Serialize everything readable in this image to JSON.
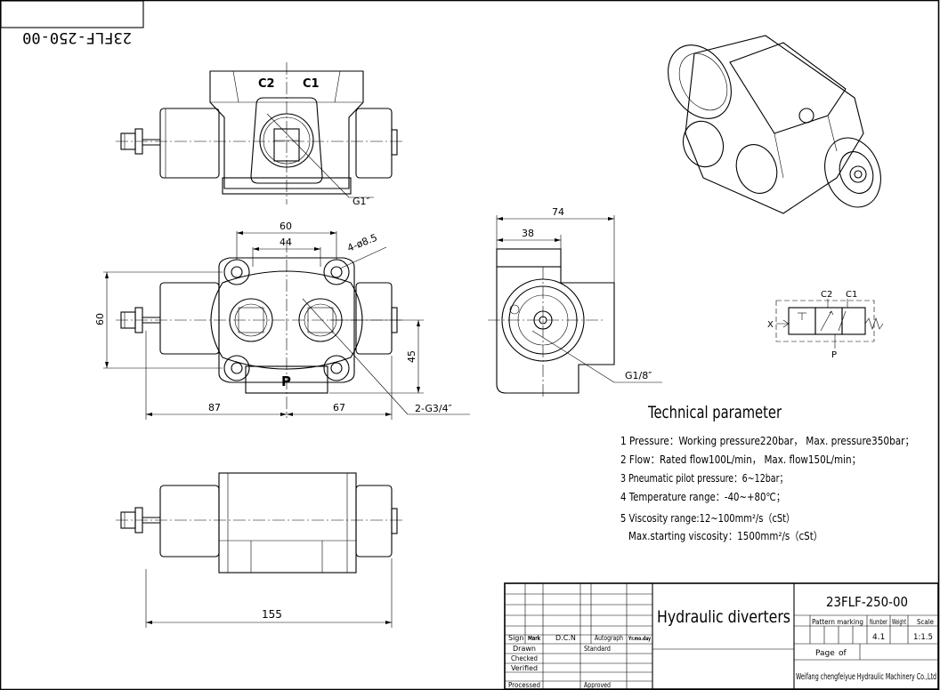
{
  "drawing_number_mirrored": "23FLF-250-00",
  "front_view": {
    "port_c2": "C2",
    "port_c1": "C1",
    "port_g1": "G1″"
  },
  "middle_view": {
    "dim_60_top": "60",
    "dim_44": "44",
    "dim_holes": "4-ø8.5",
    "dim_60_left": "60",
    "dim_45": "45",
    "dim_87": "87",
    "dim_67": "67",
    "port_p": "P",
    "dim_ports": "2-G3/4″"
  },
  "bottom_view": {
    "dim_155": "155"
  },
  "side_view": {
    "dim_74": "74",
    "dim_38": "38",
    "port_g18": "G1/8″"
  },
  "symbol": {
    "c2": "C2",
    "c1": "C1",
    "x": "X",
    "p": "P"
  },
  "tech": {
    "title": "Technical parameter",
    "lines": [
      "1 Pressure：Working pressure220bar， Max. pressure350bar；",
      "2 Flow：Rated flow100L/min， Max. flow150L/min；",
      "3 Pneumatic pilot pressure：6~12bar；",
      "4 Temperature range：-40~+80℃；",
      "5 Viscosity range:12~100mm²/s（cSt）",
      "Max.starting viscosity：1500mm²/s（cSt）"
    ]
  },
  "title_block": {
    "product_name": "Hydraulic diverters",
    "drawing_number": "23FLF-250-00",
    "pattern_marking": "Pattern marking",
    "number": "Number",
    "weight": "Weight",
    "scale": "Scale",
    "number_value": "4.1",
    "scale_value": "1:1.5",
    "page": "Page",
    "of": "of",
    "company": "Weifang chengfeiyue Hydraulic Machinery Co.,Ltd",
    "sign": "Sign",
    "mark": "Mark",
    "dcn": "D.C.N",
    "autograph": "Autograph",
    "date_label": "Yr.mo.day",
    "drawn": "Drawn",
    "standard": "Standard",
    "checked": "Checked",
    "verified": "Verified",
    "processed": "Processed",
    "approved": "Approved"
  }
}
